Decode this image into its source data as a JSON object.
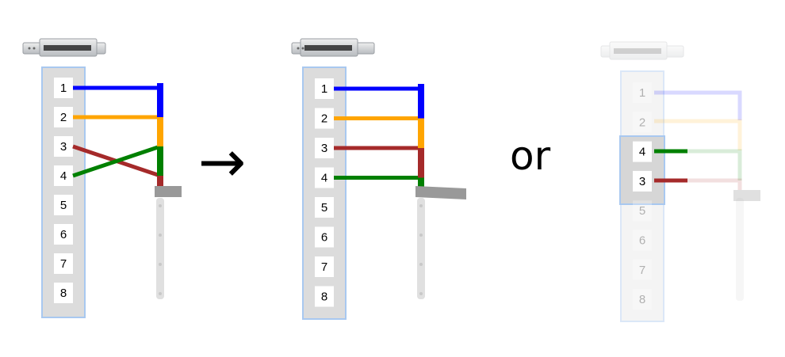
{
  "panels": [
    {
      "id": "before",
      "ports": [
        "1",
        "2",
        "3",
        "4",
        "5",
        "6",
        "7",
        "8"
      ],
      "wires": [
        {
          "port": "1",
          "color": "#0000ff",
          "crossed": false
        },
        {
          "port": "2",
          "color": "#ffa500",
          "crossed": false
        },
        {
          "port": "3",
          "color": "#a52a2a",
          "crossed": true
        },
        {
          "port": "4",
          "color": "#008000",
          "crossed": true
        }
      ]
    },
    {
      "id": "after",
      "ports": [
        "1",
        "2",
        "3",
        "4",
        "5",
        "6",
        "7",
        "8"
      ],
      "wires": [
        {
          "port": "1",
          "color": "#0000ff",
          "crossed": false
        },
        {
          "port": "2",
          "color": "#ffa500",
          "crossed": false
        },
        {
          "port": "3",
          "color": "#a52a2a",
          "crossed": false
        },
        {
          "port": "4",
          "color": "#008000",
          "crossed": false
        }
      ]
    },
    {
      "id": "alternative",
      "ports": [
        "1",
        "2",
        "4",
        "3",
        "5",
        "6",
        "7",
        "8"
      ],
      "highlighted_ports": [
        "4",
        "3"
      ]
    }
  ],
  "arrow": {
    "glyph": "→"
  },
  "separator": {
    "text": "or"
  },
  "colors": {
    "panel_border": "#a8c8f0",
    "panel_fill": "#dcdcdc",
    "label_fill": "#ffffff",
    "connector_bar": "#999999",
    "cable_gray": "#e0e0e0"
  }
}
